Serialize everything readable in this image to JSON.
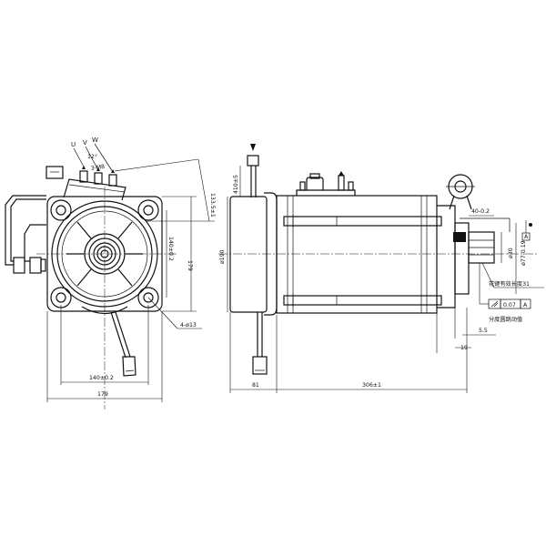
{
  "phase_labels": {
    "u": "U",
    "v": "V",
    "w": "W"
  },
  "front_view": {
    "angle": "12°",
    "terminal": "3-M8",
    "height_133": "133.5±1",
    "pcd_vertical": "140±0.2",
    "height_179": "179",
    "holes": "4-ø13",
    "width_140": "140±0.2",
    "width_179": "179"
  },
  "side_view": {
    "top_dim": "410±5",
    "diameter": "ø190",
    "dim_81": "81",
    "dim_306": "306±1",
    "shaft_40": "40-0.2",
    "shaft_30": "ø30",
    "pilot": "ø77-0.19",
    "spline_note": "花键有效长度31",
    "datum": "A",
    "runout_value": "0.07",
    "runout_ref": "A",
    "runout_note": "分度圆跳动值",
    "dim_5_5": "5.5",
    "dim_19": "19"
  }
}
